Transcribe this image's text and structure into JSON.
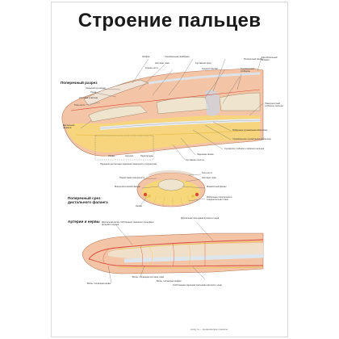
{
  "title": "Строение пальцев",
  "sections": {
    "longitudinal": "Поперечный разрез",
    "cross": "Поперечный срез дистального фаланга",
    "arteries": "Артерии и нервы"
  },
  "labels": {
    "l1": "Эпифиз",
    "l2": "Синовиальная мембрана",
    "l3": "Ногтевое ложе",
    "l4": "Суставной хрящ",
    "l5": "Корень ногтя",
    "l6": "Средний фаланг",
    "l7": "Эпонихий (кутикула)",
    "l8": "Лунка",
    "l9": "Ногтевая пластина",
    "l10": "Тело ногтя",
    "l11": "Дистальная фаланга",
    "l12": "Поперечный связок",
    "l13": "Сухожильный сгибатель",
    "l14": "Разгибательный аппарат",
    "l15": "Поверхностный сгибатель пальцев",
    "l16": "Фиброзное сухожильное влагалище",
    "l17": "Синовиальное сухожильное влагалище",
    "l18": "Сухожилие глубокого сгибателя пальцев",
    "l19": "Ладонная связка",
    "l20": "Суставная полость",
    "l21": "Нервы",
    "l22": "Артерии",
    "l23": "Перегородка",
    "l24": "Передняя дистальная ладонная поверхность (подушечка)",
    "c1": "Подкостевая поверхность",
    "c2": "Тело ногтя",
    "c3": "Ногтевое ложе",
    "c4": "Межкостный фаланг",
    "c5": "Микроскопический фаланг",
    "c6": "Фиброзные перегородки и соединительная ткань",
    "c7": "Нервы",
    "a1": "Дорсальная пальцевая артерия и нерв",
    "a2": "Дорсальная ветвь собственных ладонных пальцевых артерий и нервов",
    "a3": "Ветвь, питающая ногтевое ложе",
    "a4": "Ветвь, питающая эпифиз",
    "a5": "Ветвь, питающая нервы",
    "a6": "Собственная ладонная пальцевая артерия и нерв"
  },
  "footer": "sovig.ru — медицинские плакаты",
  "colors": {
    "skin": "#f3c4a6",
    "fat": "#f6d77a",
    "bone": "#efe5cf",
    "artery": "#d94a3a",
    "nerve": "#e8c24a",
    "tendon": "#e8ecef"
  }
}
